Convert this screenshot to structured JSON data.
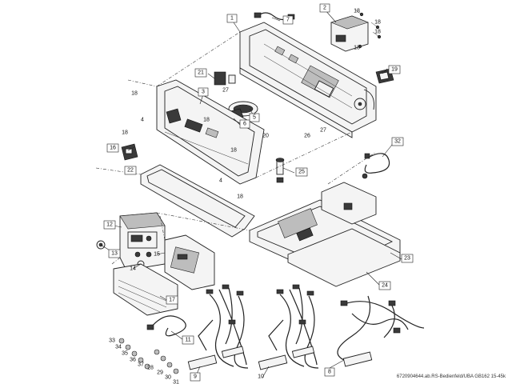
{
  "diagram": {
    "reference_code": "6720904644.ab.RS-Bedienfeld/UBA GB162 15-45k",
    "callouts": {
      "c1": "1",
      "c2": "2",
      "c3": "3",
      "c4a": "4",
      "c4b": "4",
      "c5": "5",
      "c6": "6",
      "c7": "7",
      "c8": "8",
      "c9": "9",
      "c10": "10",
      "c11": "11",
      "c12": "12",
      "c13": "13",
      "c14": "14",
      "c15": "15",
      "c16": "16",
      "c17": "17",
      "c18a": "18",
      "c18b": "18",
      "c18c": "18",
      "c18d": "18",
      "c18e": "18",
      "c18f": "18",
      "c18g": "18",
      "c18h": "18",
      "c18i": "18",
      "c19": "19",
      "c20": "20",
      "c21": "21",
      "c22": "22",
      "c23": "23",
      "c24": "24",
      "c25": "25",
      "c26": "26",
      "c27a": "27",
      "c27b": "27",
      "c28": "28",
      "c29": "29",
      "c30": "30",
      "c31": "31",
      "c32": "32",
      "c33": "33",
      "c34": "34",
      "c35": "35",
      "c36": "36",
      "c37": "37"
    }
  }
}
